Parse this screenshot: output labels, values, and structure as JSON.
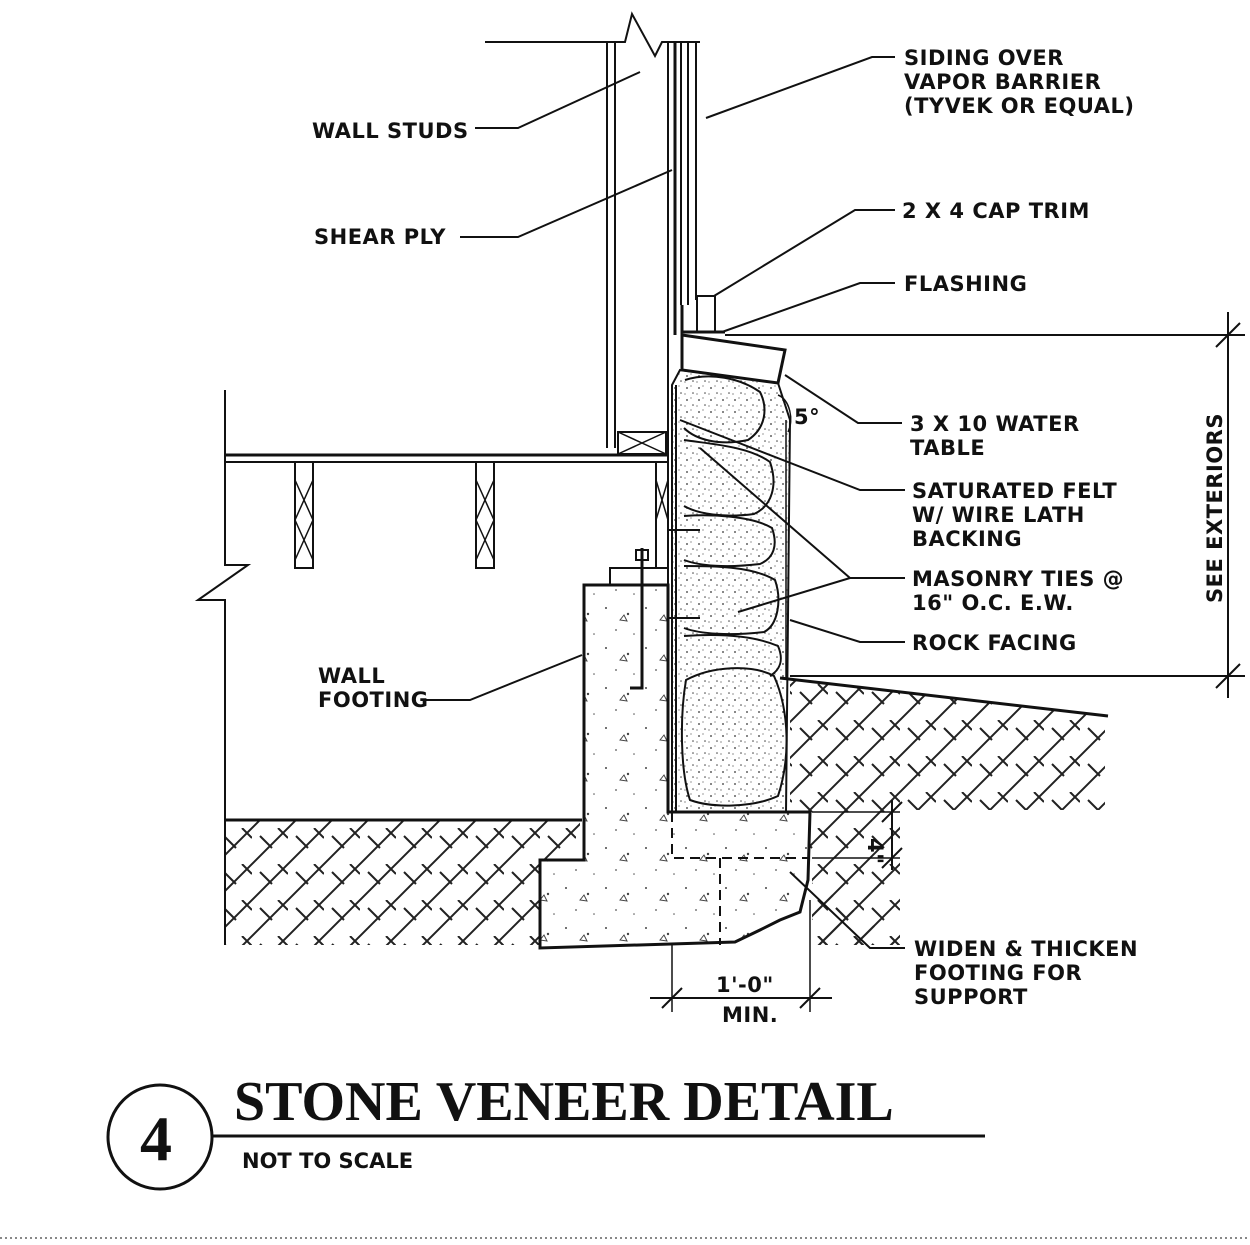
{
  "detail": {
    "number": "4",
    "title": "STONE VENEER DETAIL",
    "scale_note": "NOT TO SCALE"
  },
  "labels": {
    "siding_l1": "SIDING OVER",
    "siding_l2": "VAPOR BARRIER",
    "siding_l3": "(TYVEK OR EQUAL)",
    "wall_studs": "WALL STUDS",
    "shear_ply": "SHEAR PLY",
    "cap_trim": "2 X 4 CAP TRIM",
    "flashing": "FLASHING",
    "water_table_l1": "3 X 10 WATER",
    "water_table_l2": "TABLE",
    "felt_l1": "SATURATED FELT",
    "felt_l2": "W/ WIRE LATH",
    "felt_l3": "BACKING",
    "ties_l1": "MASONRY TIES @",
    "ties_l2": "16\" O.C. E.W.",
    "rock_facing": "ROCK FACING",
    "wall_footing_l1": "WALL",
    "wall_footing_l2": "FOOTING",
    "widen_l1": "WIDEN & THICKEN",
    "widen_l2": "FOOTING FOR",
    "widen_l3": "SUPPORT",
    "see_exteriors": "SEE EXTERIORS",
    "slope": "5°",
    "dim_width": "1'-0\"",
    "dim_min": "MIN.",
    "dim_depth": "4\""
  }
}
